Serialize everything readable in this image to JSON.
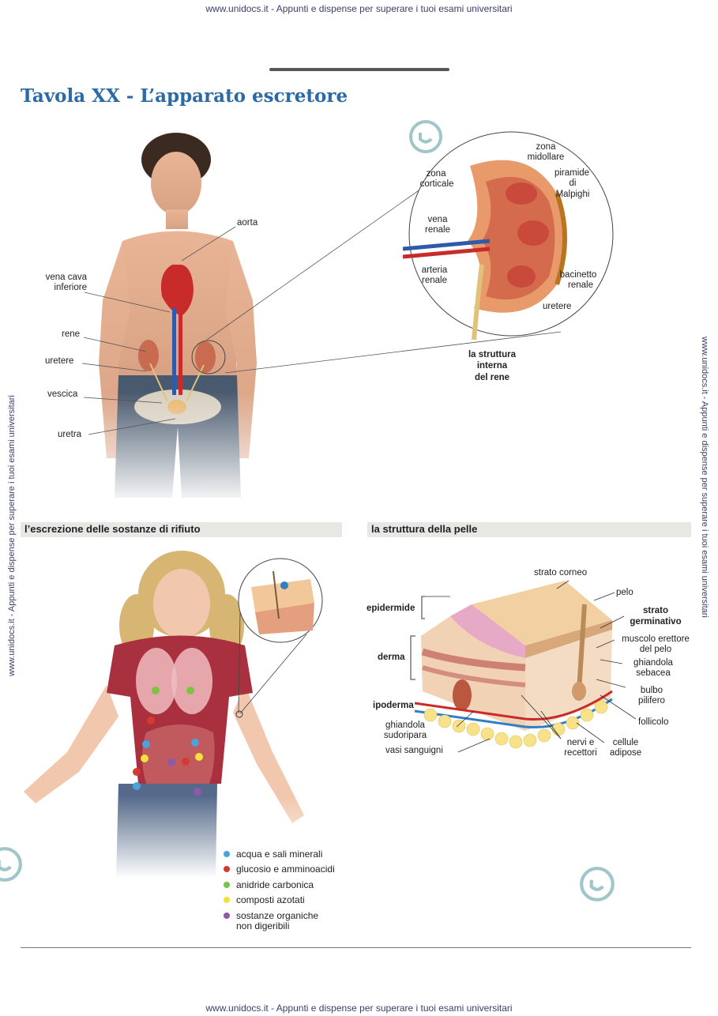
{
  "watermark": {
    "top": "www.unidocs.it - Appunti e dispense per superare i tuoi esami universitari",
    "bottom": "www.unidocs.it - Appunti e dispense per superare i tuoi esami universitari",
    "left": "www.unidocs.it - Appunti e dispense per superare i tuoi esami universitari",
    "right": "www.unidocs.it - Appunti e dispense per superare i tuoi esami universitari"
  },
  "title": "Tavola XX - L’apparato escretore",
  "body_labels": {
    "aorta": "aorta",
    "vena_cava_1": "vena cava",
    "vena_cava_2": "inferiore",
    "rene": "rene",
    "uretere": "uretere",
    "vescica": "vescica",
    "uretra": "uretra"
  },
  "kidney_labels": {
    "zona_midollare_1": "zona",
    "zona_midollare_2": "midollare",
    "zona_corticale_1": "zona",
    "zona_corticale_2": "corticale",
    "piramide_1": "piramide",
    "piramide_2": "di",
    "piramide_3": "Malpighi",
    "vena_renale_1": "vena",
    "vena_renale_2": "renale",
    "arteria_renale_1": "arteria",
    "arteria_renale_2": "renale",
    "bacinetto_1": "bacinetto",
    "bacinetto_2": "renale",
    "uretere": "uretere",
    "caption_1": "la struttura",
    "caption_2": "interna",
    "caption_3": "del rene"
  },
  "sections": {
    "left": "l’escrezione delle sostanze di rifiuto",
    "right": "la struttura della pelle"
  },
  "skin_labels": {
    "strato_corneo": "strato corneo",
    "pelo": "pelo",
    "strato_germ_1": "strato",
    "strato_germ_2": "germinativo",
    "epidermide": "epidermide",
    "muscolo_1": "muscolo erettore",
    "muscolo_2": "del pelo",
    "derma": "derma",
    "ghiandola_seb_1": "ghiandola",
    "ghiandola_seb_2": "sebacea",
    "bulbo_1": "bulbo",
    "bulbo_2": "pilifero",
    "ipoderma": "ipoderma",
    "follicolo": "follicolo",
    "ghiandola_sud_1": "ghiandola",
    "ghiandola_sud_2": "sudoripara",
    "cellule_1": "cellule",
    "cellule_2": "adipose",
    "nervi_1": "nervi e",
    "nervi_2": "recettori",
    "vasi": "vasi sanguigni"
  },
  "legend": [
    {
      "label": "acqua e sali minerali",
      "color": "#4aa3df"
    },
    {
      "label": "glucosio e amminoacidi",
      "color": "#d63a2f"
    },
    {
      "label": "anidride carbonica",
      "color": "#7cc243"
    },
    {
      "label": "composti azotati",
      "color": "#f2e23a"
    },
    {
      "label": "sostanze organiche",
      "label2": "non digeribili",
      "color": "#8e5aa8"
    }
  ],
  "colors": {
    "title": "#2c6aa5",
    "section_bar": "#e9e7e4"
  }
}
